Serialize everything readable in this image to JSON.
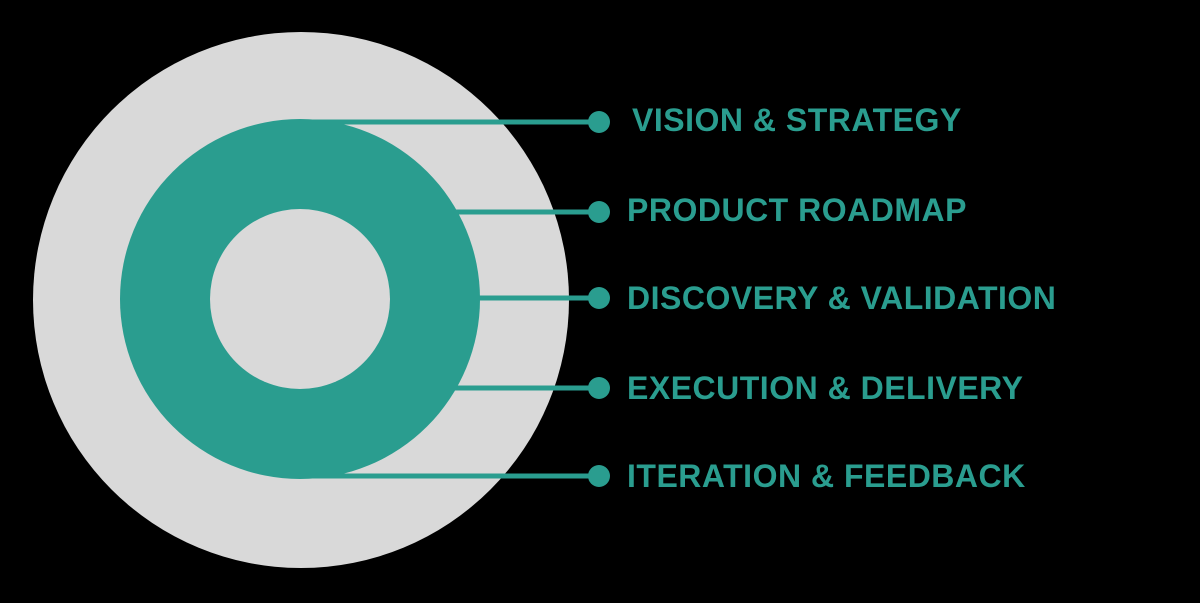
{
  "diagram": {
    "type": "concentric-circles-with-callouts",
    "colors": {
      "background": "#000000",
      "outer_circle": "#d9d9d9",
      "ring": "#2a9d8f",
      "inner_circle": "#d9d9d9",
      "accent": "#2a9d8f"
    },
    "labels": [
      {
        "text": "VISION & STRATEGY"
      },
      {
        "text": "PRODUCT ROADMAP"
      },
      {
        "text": "DISCOVERY & VALIDATION"
      },
      {
        "text": "EXECUTION & DELIVERY"
      },
      {
        "text": "ITERATION & FEEDBACK"
      }
    ]
  }
}
